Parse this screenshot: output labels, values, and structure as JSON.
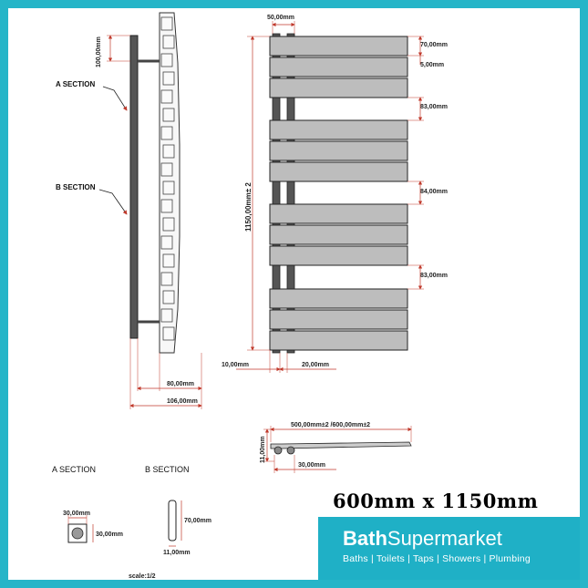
{
  "side_view": {
    "label_a": "A SECTION",
    "label_b": "B SECTION",
    "dim_top": "100,00mm",
    "dim_depth_inner": "80,00mm",
    "dim_depth_outer": "106,00mm"
  },
  "front_view": {
    "dim_pipe_spacing": "50,00mm",
    "dim_bar_height": "70,00mm",
    "dim_bar_gap": "5,00mm",
    "dim_gap_1": "83,00mm",
    "dim_gap_2": "84,00mm",
    "dim_gap_3": "83,00mm",
    "dim_total_height": "1150,00mm± 2",
    "dim_left_offset": "10,00mm",
    "dim_pipe_width": "20,00mm"
  },
  "plan_view": {
    "dim_width": "500,00mm±2 /600,00mm±2",
    "dim_depth": "11,00mm",
    "dim_pipe": "30,00mm"
  },
  "sections": {
    "a_title": "A SECTION",
    "b_title": "B SECTION",
    "a_dim_1": "30,00mm",
    "a_dim_2": "30,00mm",
    "b_dim_height": "70,00mm",
    "b_dim_width": "11,00mm",
    "scale": "scale:1/2"
  },
  "product": {
    "size_title": "600mm x 1150mm"
  },
  "brand": {
    "name_bold": "Bath",
    "name_regular": "Supermarket",
    "tagline": "Baths | Toilets | Taps | Showers | Plumbing",
    "bg_color": "#1fb0c6",
    "frame_color": "#26b5c8"
  }
}
